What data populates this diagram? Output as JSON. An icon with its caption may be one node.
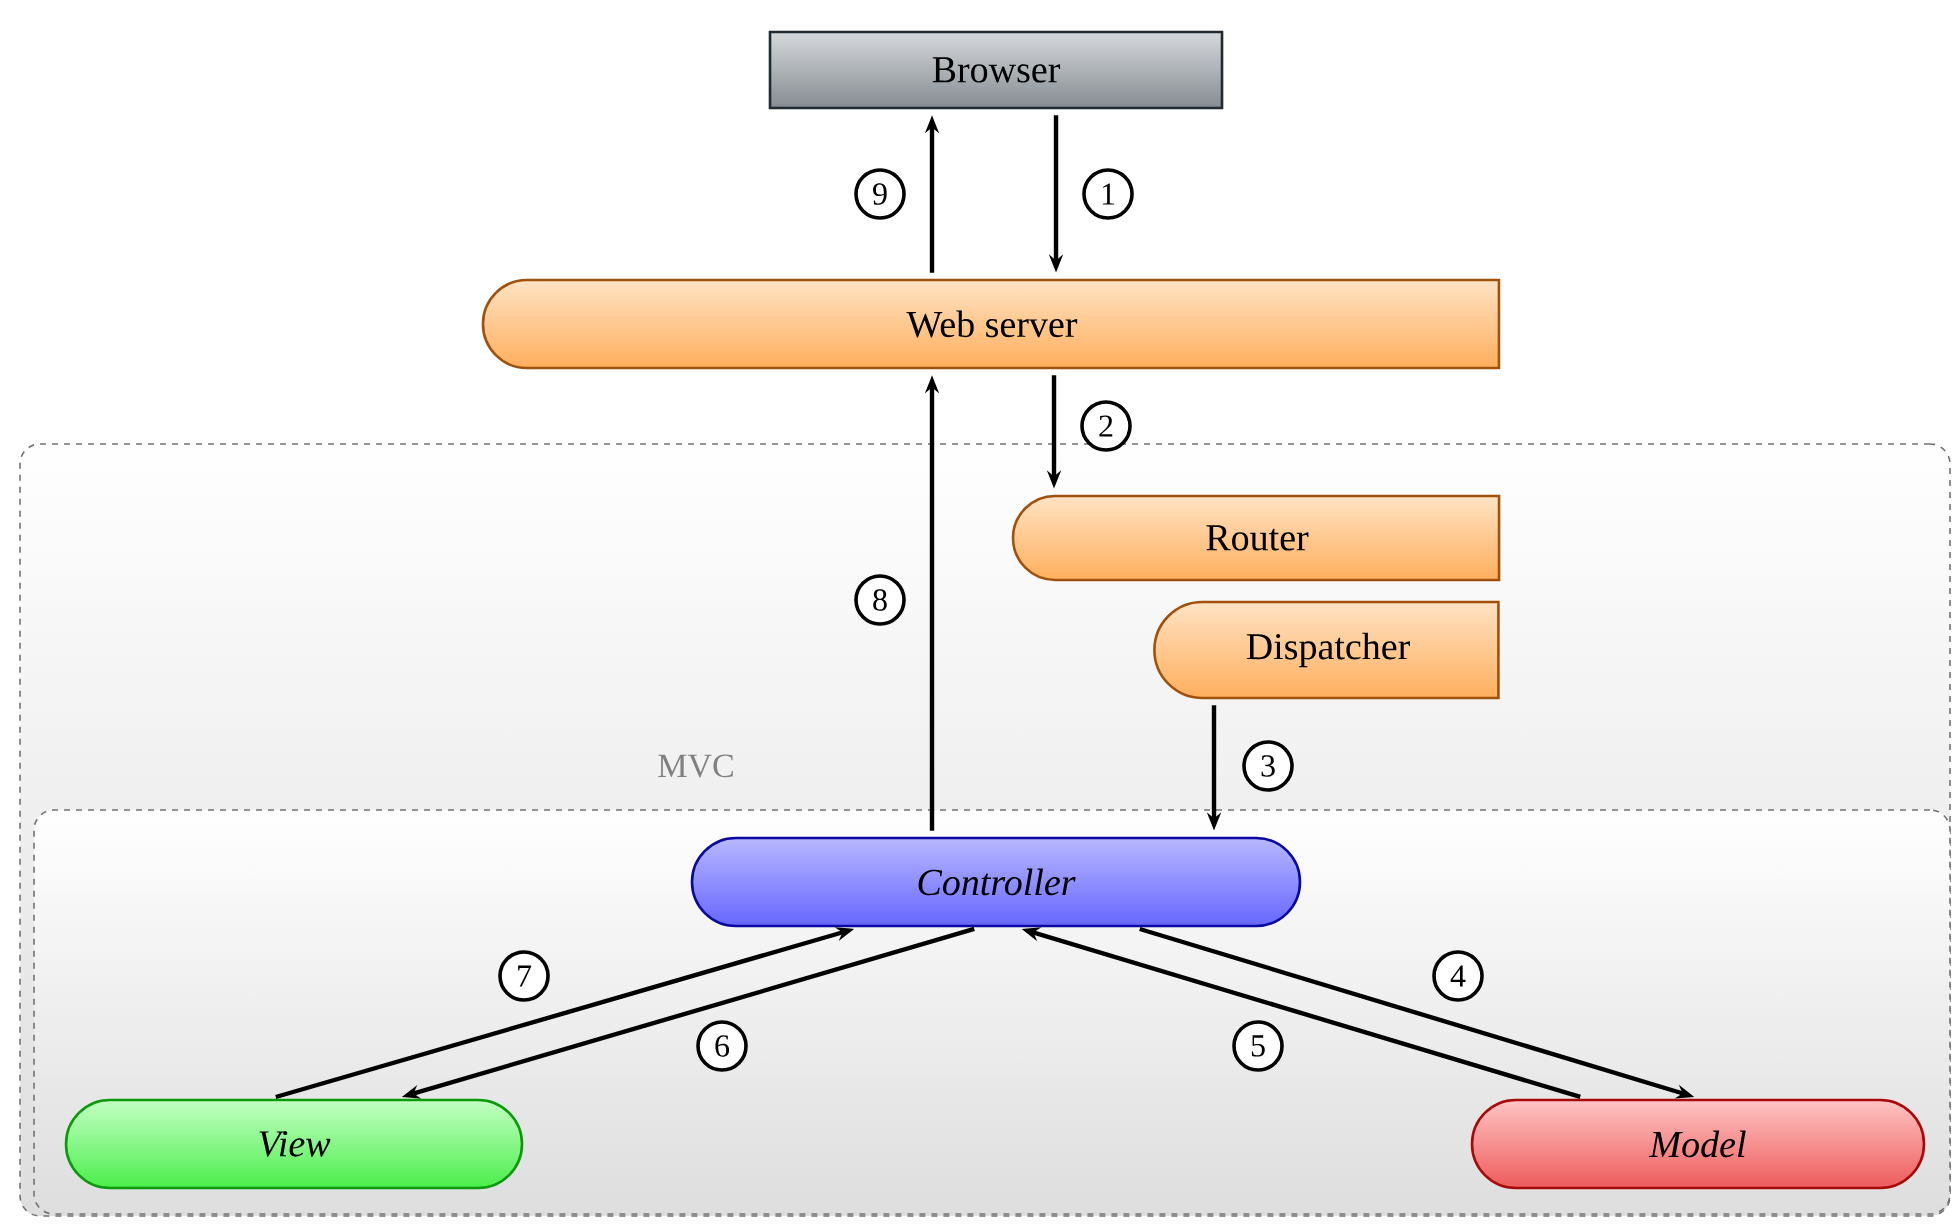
{
  "diagram": {
    "nodes": [
      {
        "text": [
          "Browser"
        ]
      },
      {
        "text": [
          "Web server"
        ]
      },
      {
        "text": [],
        "shape": "box"
      },
      {
        "text": [
          "Router"
        ],
        "in": 2
      },
      {
        "text": [
          "Dispatcher"
        ],
        "in": 2
      },
      {
        "text": [
          "MVC"
        ],
        "in": 2
      },
      {
        "text": [
          "Controller"
        ],
        "in": 5
      },
      {
        "text": [
          "View"
        ],
        "in": 5
      },
      {
        "text": [
          "Model"
        ],
        "in": 5
      }
    ],
    "edges": [
      {
        "from": 0,
        "to": 1,
        "arrow": "to",
        "label": "1"
      },
      {
        "from": 1,
        "to": 0,
        "arrow": "to",
        "label": "9"
      },
      {
        "from": 1,
        "to": 3,
        "arrow": "to",
        "label": "2"
      },
      {
        "from": 4,
        "to": 6,
        "arrow": "to",
        "label": "3"
      },
      {
        "from": 6,
        "to": 8,
        "arrow": "to",
        "label": "4"
      },
      {
        "from": 8,
        "to": 6,
        "arrow": "to",
        "label": "5"
      },
      {
        "from": 6,
        "to": 7,
        "arrow": "to",
        "label": "6"
      },
      {
        "from": 7,
        "to": 6,
        "arrow": "to",
        "label": "7"
      },
      {
        "from": 6,
        "to": 1,
        "arrow": "to",
        "label": "8"
      }
    ]
  }
}
